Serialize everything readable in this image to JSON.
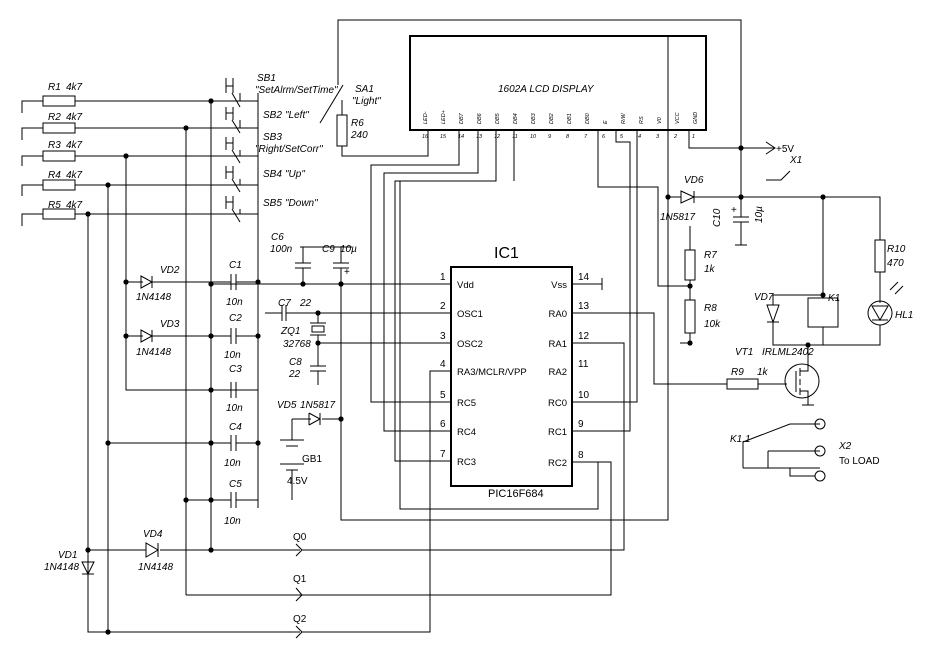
{
  "ic": {
    "ref": "IC1",
    "part": "PIC16F684",
    "left_pins": [
      {
        "num": "1",
        "name": "Vdd"
      },
      {
        "num": "2",
        "name": "OSC1"
      },
      {
        "num": "3",
        "name": "OSC2"
      },
      {
        "num": "4",
        "name": "RA3/MCLR/VPP"
      },
      {
        "num": "5",
        "name": "RC5"
      },
      {
        "num": "6",
        "name": "RC4"
      },
      {
        "num": "7",
        "name": "RC3"
      }
    ],
    "right_pins": [
      {
        "num": "14",
        "name": "Vss"
      },
      {
        "num": "13",
        "name": "RA0"
      },
      {
        "num": "12",
        "name": "RA1"
      },
      {
        "num": "11",
        "name": "RA2"
      },
      {
        "num": "10",
        "name": "RC0"
      },
      {
        "num": "9",
        "name": "RC1"
      },
      {
        "num": "8",
        "name": "RC2"
      }
    ]
  },
  "lcd": {
    "title": "1602A LCD DISPLAY",
    "pin_names": [
      "LED-",
      "LED+",
      "DB7",
      "DB6",
      "DB5",
      "DB4",
      "DB3",
      "DB2",
      "DB1",
      "DB0",
      "E",
      "R/W",
      "RS",
      "V0",
      "VCC",
      "GND"
    ],
    "pin_numbers": [
      "16",
      "15",
      "14",
      "13",
      "12",
      "11",
      "10",
      "9",
      "8",
      "7",
      "6",
      "5",
      "4",
      "3",
      "2",
      "1"
    ]
  },
  "resistors": [
    {
      "ref": "R1",
      "value": "4k7"
    },
    {
      "ref": "R2",
      "value": "4k7"
    },
    {
      "ref": "R3",
      "value": "4k7"
    },
    {
      "ref": "R4",
      "value": "4k7"
    },
    {
      "ref": "R5",
      "value": "4k7"
    },
    {
      "ref": "R6",
      "value": "240"
    },
    {
      "ref": "R7",
      "value": "1k"
    },
    {
      "ref": "R8",
      "value": "10k"
    },
    {
      "ref": "R9",
      "value": "1k"
    },
    {
      "ref": "R10",
      "value": "470"
    }
  ],
  "buttons": [
    {
      "ref": "SB1",
      "label": "\"SetAlrm/SetTime\""
    },
    {
      "ref": "SB2",
      "label": "\"Left\""
    },
    {
      "ref": "SB3",
      "label": "\"Right/SetCorr\""
    },
    {
      "ref": "SB4",
      "label": "\"Up\""
    },
    {
      "ref": "SB5",
      "label": "\"Down\""
    }
  ],
  "switch": {
    "ref": "SA1",
    "label": "\"Light\""
  },
  "capacitors": [
    {
      "ref": "C1",
      "value": "10n"
    },
    {
      "ref": "C2",
      "value": "10n"
    },
    {
      "ref": "C3",
      "value": "10n"
    },
    {
      "ref": "C4",
      "value": "10n"
    },
    {
      "ref": "C5",
      "value": "10n"
    },
    {
      "ref": "C6",
      "value": "100n"
    },
    {
      "ref": "C7",
      "value": "22"
    },
    {
      "ref": "C8",
      "value": "22"
    },
    {
      "ref": "C9",
      "value": "10µ"
    },
    {
      "ref": "C10",
      "value": "10µ"
    }
  ],
  "diodes": [
    {
      "ref": "VD1",
      "value": "1N4148"
    },
    {
      "ref": "VD2",
      "value": "1N4148"
    },
    {
      "ref": "VD3",
      "value": "1N4148"
    },
    {
      "ref": "VD4",
      "value": "1N4148"
    },
    {
      "ref": "VD5",
      "value": "1N5817"
    },
    {
      "ref": "VD6",
      "value": "1N5817"
    },
    {
      "ref": "VD7",
      "value": ""
    }
  ],
  "crystal": {
    "ref": "ZQ1",
    "value": "32768"
  },
  "battery": {
    "ref": "GB1",
    "value": "4.5V"
  },
  "transistor": {
    "ref": "VT1",
    "value": "IRLML2402"
  },
  "relay": {
    "ref": "K1",
    "contact": "K1.1"
  },
  "led": {
    "ref": "HL1"
  },
  "connectors": {
    "x1_ref": "X1",
    "x1_value": "+5V",
    "x2_ref": "X2",
    "x2_label": "To LOAD"
  },
  "nets": {
    "q0": "Q0",
    "q1": "Q1",
    "q2": "Q2"
  }
}
